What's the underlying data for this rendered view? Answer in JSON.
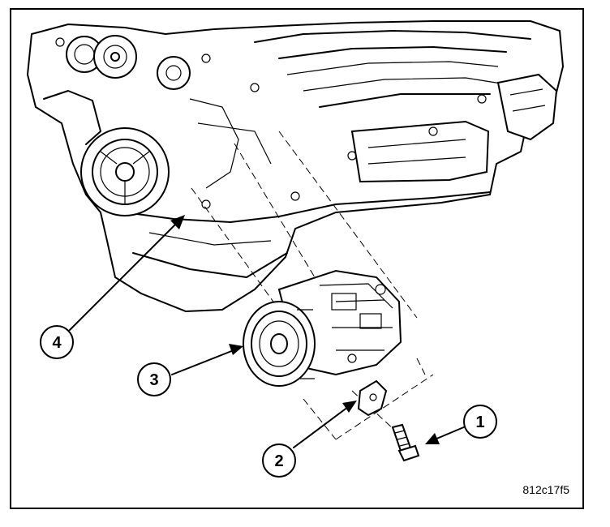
{
  "figure_id": "812c17f5",
  "callouts": [
    {
      "number": "1"
    },
    {
      "number": "2"
    },
    {
      "number": "3"
    },
    {
      "number": "4"
    }
  ]
}
